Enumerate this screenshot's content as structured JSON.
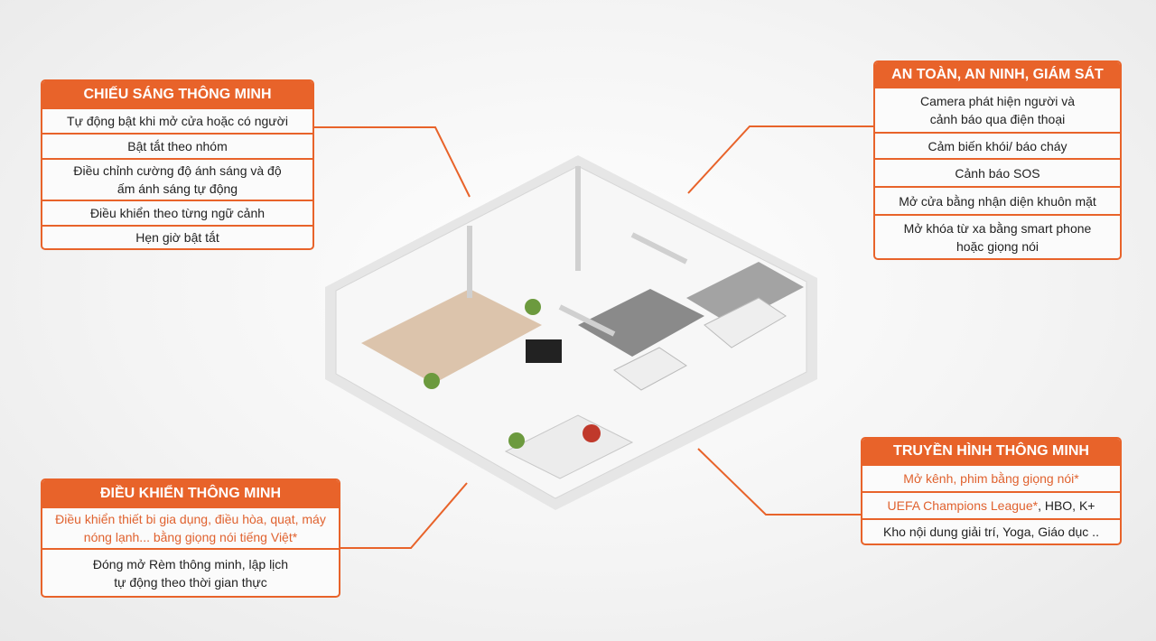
{
  "panels": {
    "lighting": {
      "title": "CHIẾU SÁNG THÔNG MINH",
      "items": [
        "Tự động bật khi mở cửa hoặc có người",
        "Bật tắt theo nhóm",
        "Điều chỉnh cường độ ánh sáng và độ ấm ánh sáng tự động",
        "Điều khiển theo từng ngữ cảnh",
        "Hẹn giờ bật tắt"
      ]
    },
    "security": {
      "title": "AN TOÀN, AN NINH, GIÁM SÁT",
      "items": [
        "Camera phát hiện người và cảnh báo qua điện thoại",
        "Cảm biến khói/ báo cháy",
        "Cảnh báo SOS",
        "Mở cửa bằng nhận diện khuôn mặt",
        "Mở khóa từ xa bằng smart phone hoặc giọng nói"
      ]
    },
    "control": {
      "title": "ĐIỀU KHIỂN THÔNG MINH",
      "items": [
        "Điều khiển thiết bi gia dụng, điều hòa, quạt, máy nóng lạnh... bằng giọng nói tiếng Việt*",
        "Đóng mở Rèm thông minh, lập lịch tự động theo thời gian thực"
      ]
    },
    "tv": {
      "title": "TRUYỀN HÌNH THÔNG MINH",
      "items": [
        "Mở kênh, phim bằng giọng nói*",
        "UEFA Champions League*",
        ", HBO, K+",
        "Kho nội dung giải trí, Yoga, Giáo dục .."
      ]
    }
  },
  "colors": {
    "accent": "#e8632a",
    "text": "#222222"
  }
}
